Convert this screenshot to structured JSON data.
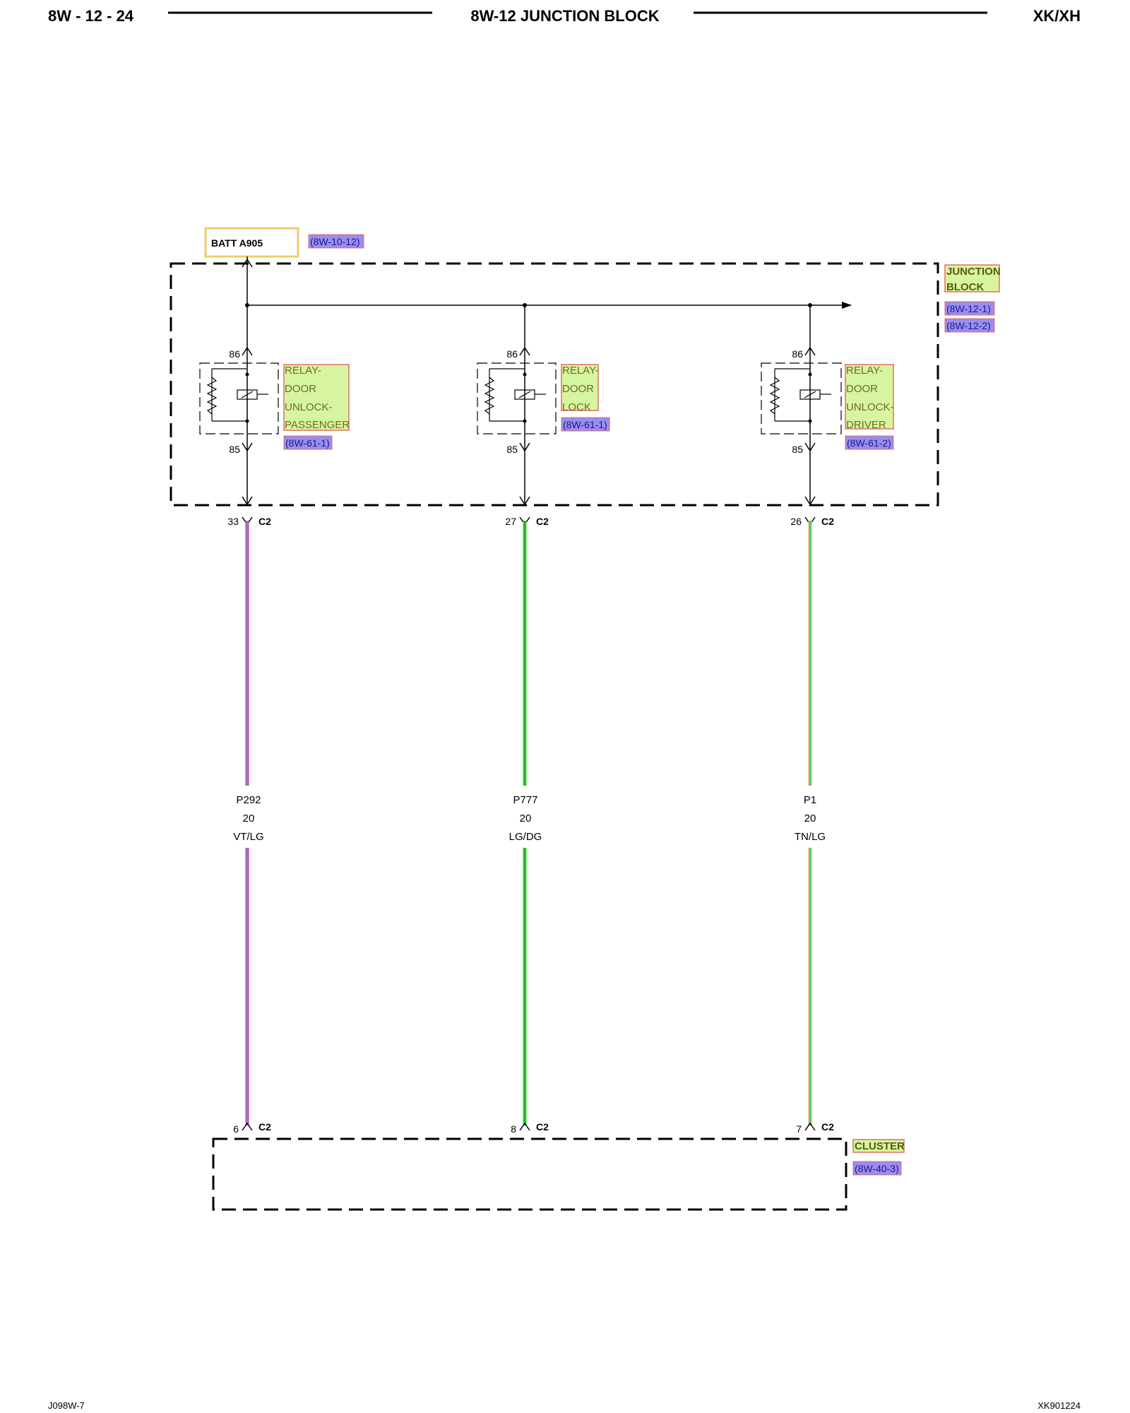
{
  "header": {
    "page_ref": "8W - 12 - 24",
    "title": "8W-12 JUNCTION BLOCK",
    "model": "XK/XH"
  },
  "footer": {
    "left_code": "J098W-7",
    "right_code": "XK901224"
  },
  "source": {
    "label": "BATT A905",
    "ref": "(8W-10-12)"
  },
  "junction_block": {
    "name_line1": "JUNCTION",
    "name_line2": "BLOCK",
    "ref1": "(8W-12-1)",
    "ref2": "(8W-12-2)"
  },
  "relays": [
    {
      "name_lines": [
        "RELAY-",
        "DOOR",
        "UNLOCK-",
        "PASSENGER"
      ],
      "ref": "(8W-61-1)",
      "pin_in": "86",
      "pin_out": "85",
      "cavity_top": "33",
      "connector_top": "C2",
      "circuit": "P292",
      "gauge": "20",
      "color": "VT/LG",
      "cavity_bottom": "6",
      "connector_bottom": "C2"
    },
    {
      "name_lines": [
        "RELAY-",
        "DOOR",
        "LOCK"
      ],
      "ref": "(8W-61-1)",
      "pin_in": "86",
      "pin_out": "85",
      "cavity_top": "27",
      "connector_top": "C2",
      "circuit": "P777",
      "gauge": "20",
      "color": "LG/DG",
      "cavity_bottom": "8",
      "connector_bottom": "C2"
    },
    {
      "name_lines": [
        "RELAY-",
        "DOOR",
        "UNLOCK-",
        "DRIVER"
      ],
      "ref": "(8W-61-2)",
      "pin_in": "86",
      "pin_out": "85",
      "cavity_top": "26",
      "connector_top": "C2",
      "circuit": "P1",
      "gauge": "20",
      "color": "TN/LG",
      "cavity_bottom": "7",
      "connector_bottom": "C2"
    }
  ],
  "cluster": {
    "name": "CLUSTER",
    "ref": "(8W-40-3)"
  },
  "wire_colors": {
    "violet": "#c040d0",
    "light_green": "#3ed23e",
    "dark_green": "#1a9a1a",
    "tan": "#c8b48c"
  },
  "highlight_colors": {
    "component_fill": "#d7f5a0",
    "component_border": "#e07060",
    "ref_fill": "#9b8cf0",
    "source_border": "#f0cc6a"
  }
}
